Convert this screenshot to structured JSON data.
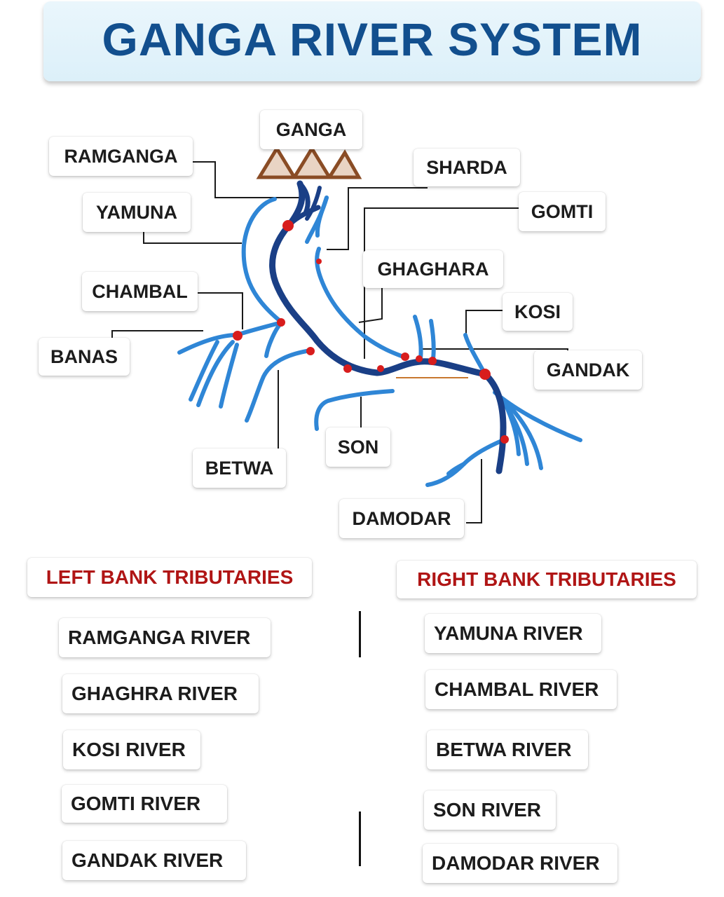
{
  "title": "GANGA RIVER SYSTEM",
  "colors": {
    "title": "#124f8e",
    "main_river": "#1a3f86",
    "tributary": "#2f86d6",
    "confluence": "#d81d1d",
    "mountain": "#e9d4c4",
    "mountain_edge": "#8a4c25",
    "header_text": "#b01515"
  },
  "icons": [
    "mountain-icon",
    "confluence-dot-icon"
  ],
  "diagram_labels": {
    "ganga": "GANGA",
    "ramganga": "RAMGANGA",
    "sharda": "SHARDA",
    "yamuna": "YAMUNA",
    "gomti": "GOMTI",
    "ghaghara": "GHAGHARA",
    "chambal": "CHAMBAL",
    "kosi": "KOSI",
    "banas": "BANAS",
    "gandak": "GANDAK",
    "son": "SON",
    "betwa": "BETWA",
    "damodar": "DAMODAR"
  },
  "left_bank": {
    "heading": "LEFT BANK TRIBUTARIES",
    "items": [
      "RAMGANGA RIVER",
      "GHAGHRA RIVER",
      "KOSI RIVER",
      "GOMTI RIVER",
      "GANDAK RIVER"
    ]
  },
  "right_bank": {
    "heading": "RIGHT BANK TRIBUTARIES",
    "items": [
      "YAMUNA RIVER",
      "CHAMBAL RIVER",
      "BETWA RIVER",
      "SON RIVER",
      "DAMODAR RIVER"
    ]
  }
}
